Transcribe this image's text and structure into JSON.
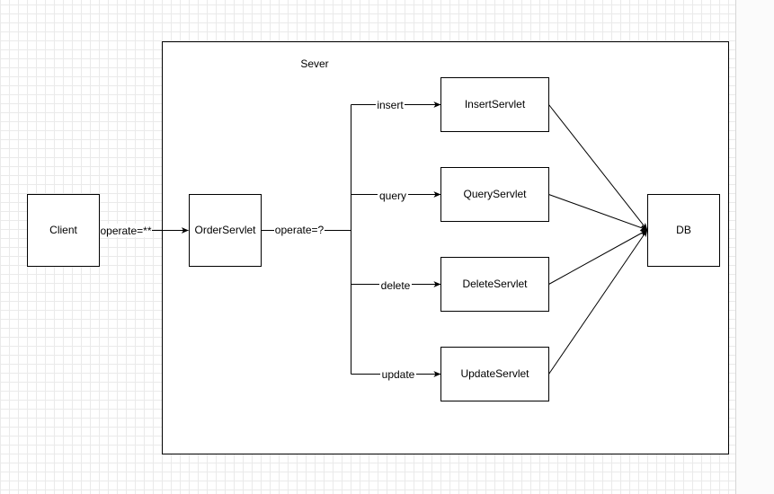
{
  "container": {
    "title": "Sever"
  },
  "nodes": {
    "client": "Client",
    "order_servlet": "OrderServlet",
    "insert_servlet": "InsertServlet",
    "query_servlet": "QueryServlet",
    "delete_servlet": "DeleteServlet",
    "update_servlet": "UpdateServlet",
    "db": "DB"
  },
  "edges": {
    "client_to_order": "operate=**",
    "order_dispatch": "operate=?",
    "insert": "insert",
    "query": "query",
    "delete": "delete",
    "update": "update"
  },
  "colors": {
    "grid": "#eaeaea",
    "stroke": "#000000",
    "fill": "#ffffff"
  }
}
